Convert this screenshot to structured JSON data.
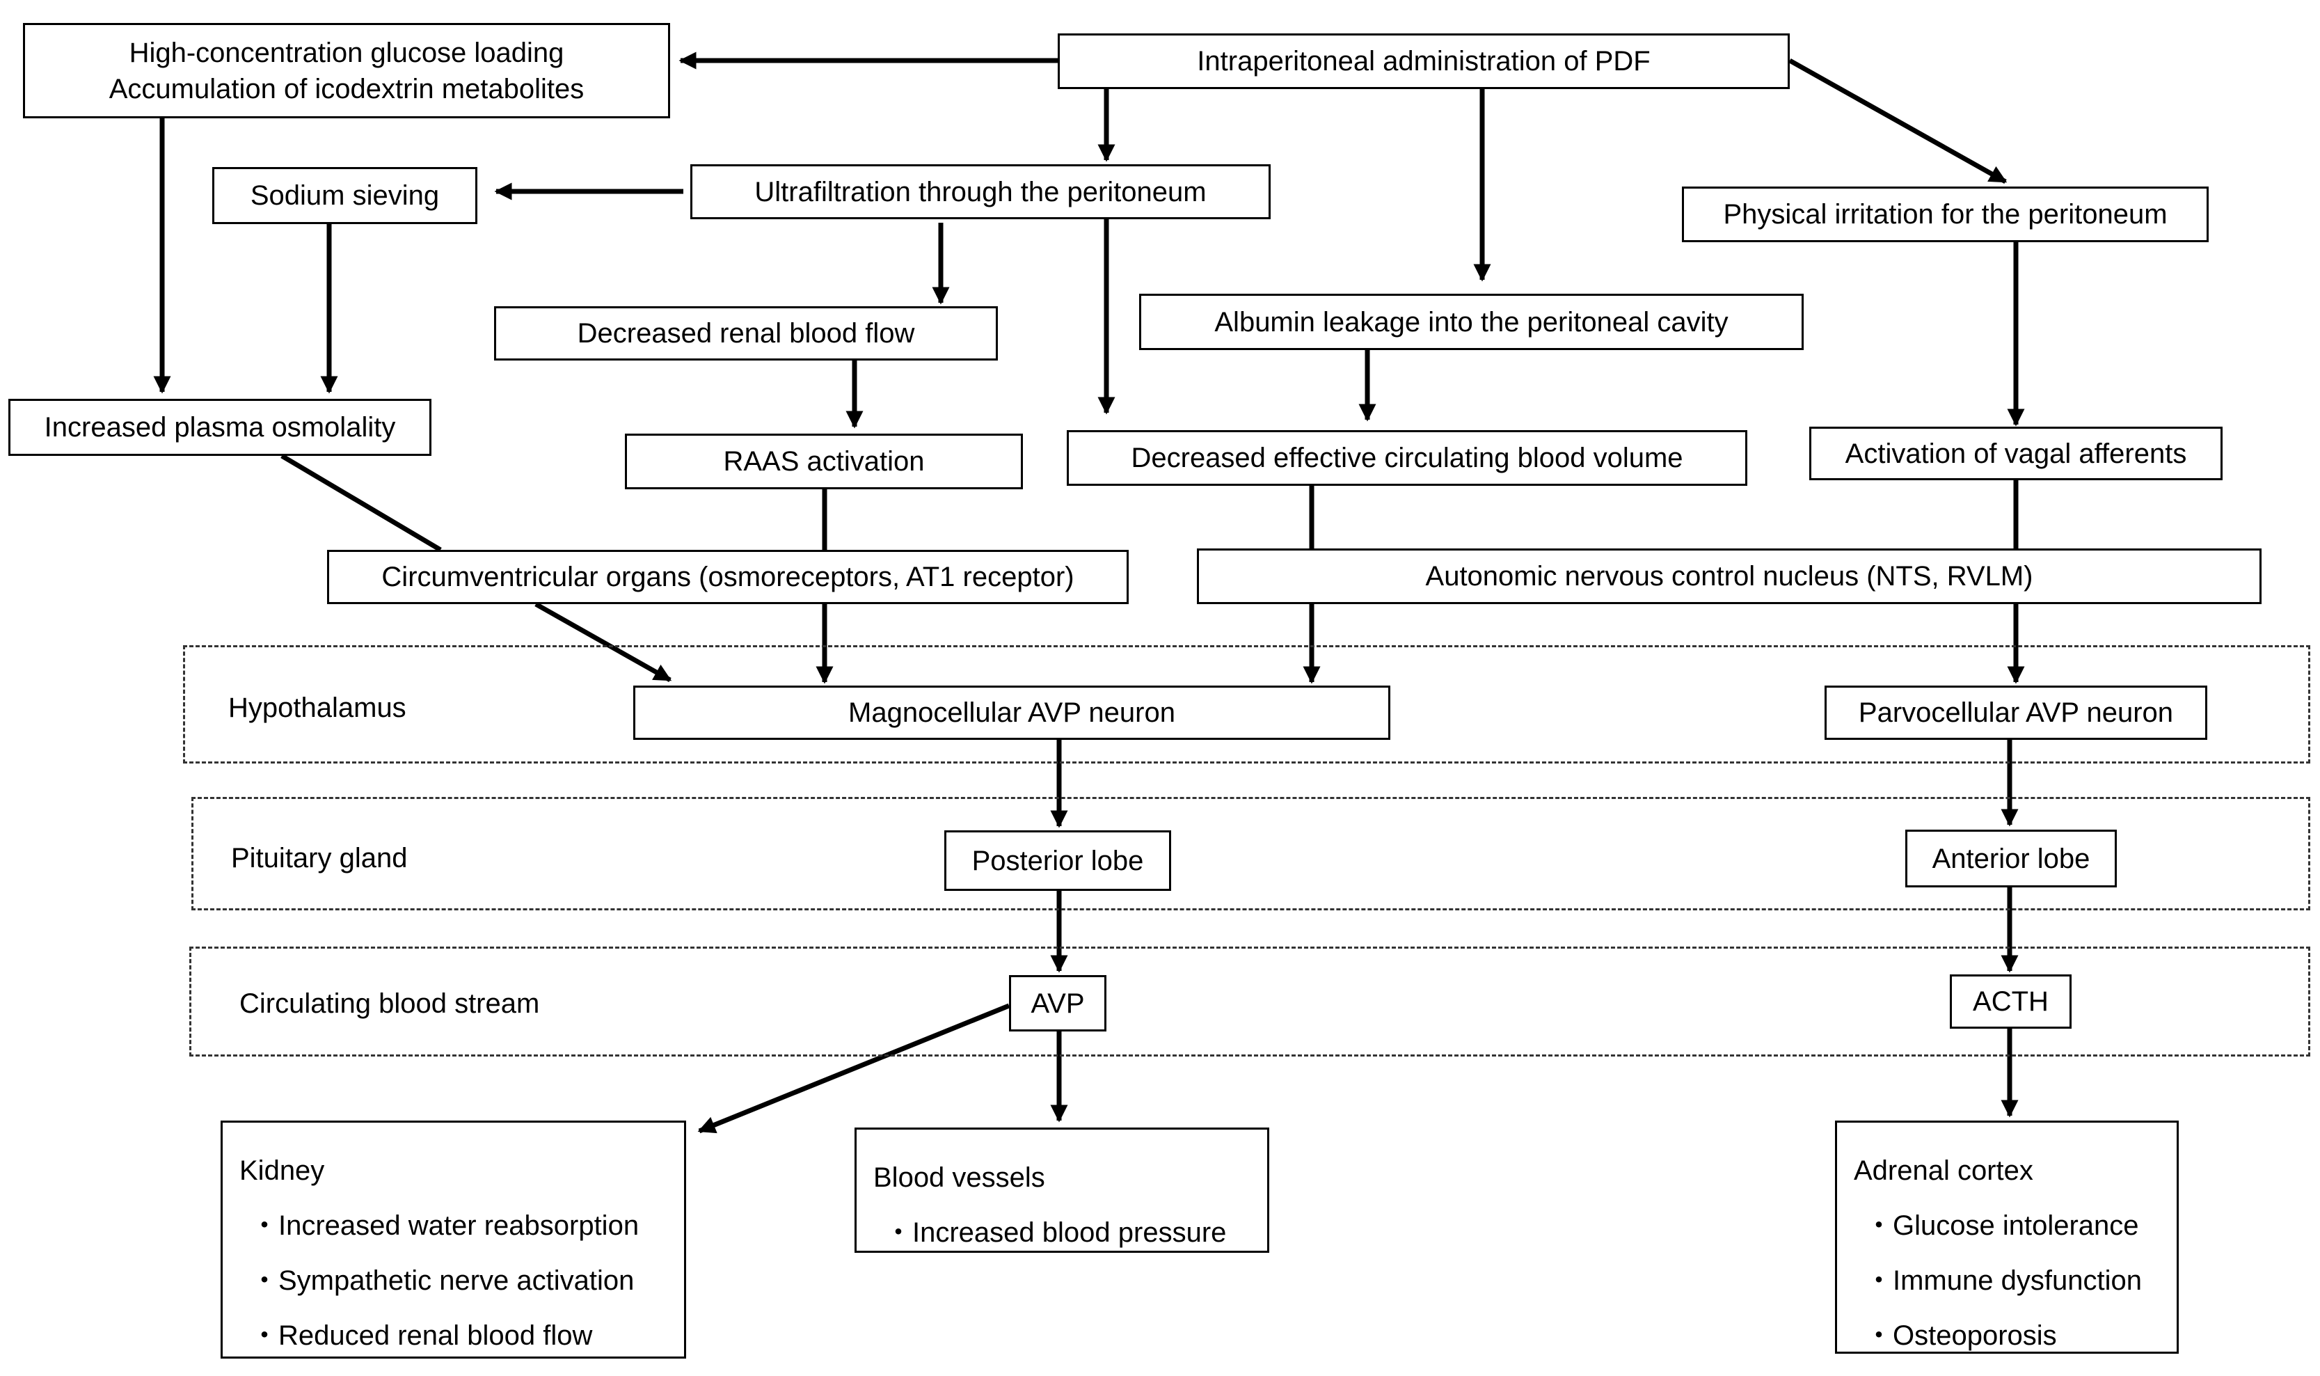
{
  "diagram": {
    "nodes": {
      "pdf_admin": "Intraperitoneal administration of PDF",
      "glucose_loading_1": "High-concentration glucose loading",
      "glucose_loading_2": "Accumulation of icodextrin metabolites",
      "ultrafiltration": "Ultrafiltration through the peritoneum",
      "sodium_sieving": "Sodium sieving",
      "physical_irritation": "Physical irritation for the peritoneum",
      "renal_blood_flow": "Decreased renal blood flow",
      "albumin_leakage": "Albumin leakage into the peritoneal cavity",
      "plasma_osmolality": "Increased plasma osmolality",
      "raas": "RAAS activation",
      "circulating_volume": "Decreased effective circulating blood volume",
      "vagal_afferents": "Activation of vagal afferents",
      "circumventricular": "Circumventricular organs (osmoreceptors, AT1 receptor)",
      "autonomic_nucleus": "Autonomic nervous control nucleus (NTS, RVLM)",
      "magnocellular": "Magnocellular AVP neuron",
      "parvocellular": "Parvocellular AVP neuron",
      "posterior_lobe": "Posterior lobe",
      "anterior_lobe": "Anterior lobe",
      "avp": "AVP",
      "acth": "ACTH"
    },
    "regions": {
      "hypothalamus": "Hypothalamus",
      "pituitary": "Pituitary gland",
      "bloodstream": "Circulating blood stream"
    },
    "outcomes": {
      "kidney": {
        "title": "Kidney",
        "items": [
          "・Increased water reabsorption",
          "・Sympathetic nerve activation",
          "・Reduced renal blood flow"
        ]
      },
      "blood_vessels": {
        "title": "Blood vessels",
        "items": [
          "・Increased blood pressure"
        ]
      },
      "adrenal": {
        "title": "Adrenal cortex",
        "items": [
          "・Glucose intolerance",
          "・Immune dysfunction",
          "・Osteoporosis"
        ]
      }
    }
  }
}
